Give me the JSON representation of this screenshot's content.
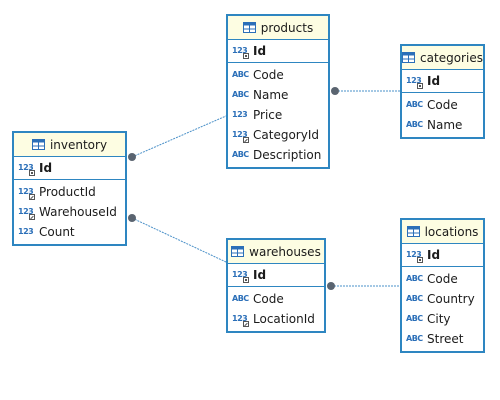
{
  "colors": {
    "border": "#2e86c1",
    "header_bg": "#fdfde2",
    "link": "#4a90c8",
    "dot": "#5a6470"
  },
  "tables": {
    "products": {
      "name": "products",
      "pk": {
        "type": "123",
        "name": "Id"
      },
      "columns": [
        {
          "type": "ABC",
          "name": "Code"
        },
        {
          "type": "ABC",
          "name": "Name"
        },
        {
          "type": "123",
          "name": "Price"
        },
        {
          "type": "123",
          "name": "CategoryId",
          "fk": true
        },
        {
          "type": "ABC",
          "name": "Description"
        }
      ]
    },
    "categories": {
      "name": "categories",
      "pk": {
        "type": "123",
        "name": "Id"
      },
      "columns": [
        {
          "type": "ABC",
          "name": "Code"
        },
        {
          "type": "ABC",
          "name": "Name"
        }
      ]
    },
    "inventory": {
      "name": "inventory",
      "pk": {
        "type": "123",
        "name": "Id"
      },
      "columns": [
        {
          "type": "123",
          "name": "ProductId",
          "fk": true
        },
        {
          "type": "123",
          "name": "WarehouseId",
          "fk": true
        },
        {
          "type": "123",
          "name": "Count"
        }
      ]
    },
    "warehouses": {
      "name": "warehouses",
      "pk": {
        "type": "123",
        "name": "Id"
      },
      "columns": [
        {
          "type": "ABC",
          "name": "Code"
        },
        {
          "type": "123",
          "name": "LocationId",
          "fk": true
        }
      ]
    },
    "locations": {
      "name": "locations",
      "pk": {
        "type": "123",
        "name": "Id"
      },
      "columns": [
        {
          "type": "ABC",
          "name": "Code"
        },
        {
          "type": "ABC",
          "name": "Country"
        },
        {
          "type": "ABC",
          "name": "City"
        },
        {
          "type": "ABC",
          "name": "Street"
        }
      ]
    }
  },
  "relationships": [
    {
      "from": "inventory",
      "to": "products"
    },
    {
      "from": "inventory",
      "to": "warehouses"
    },
    {
      "from": "products",
      "to": "categories"
    },
    {
      "from": "warehouses",
      "to": "locations"
    }
  ]
}
